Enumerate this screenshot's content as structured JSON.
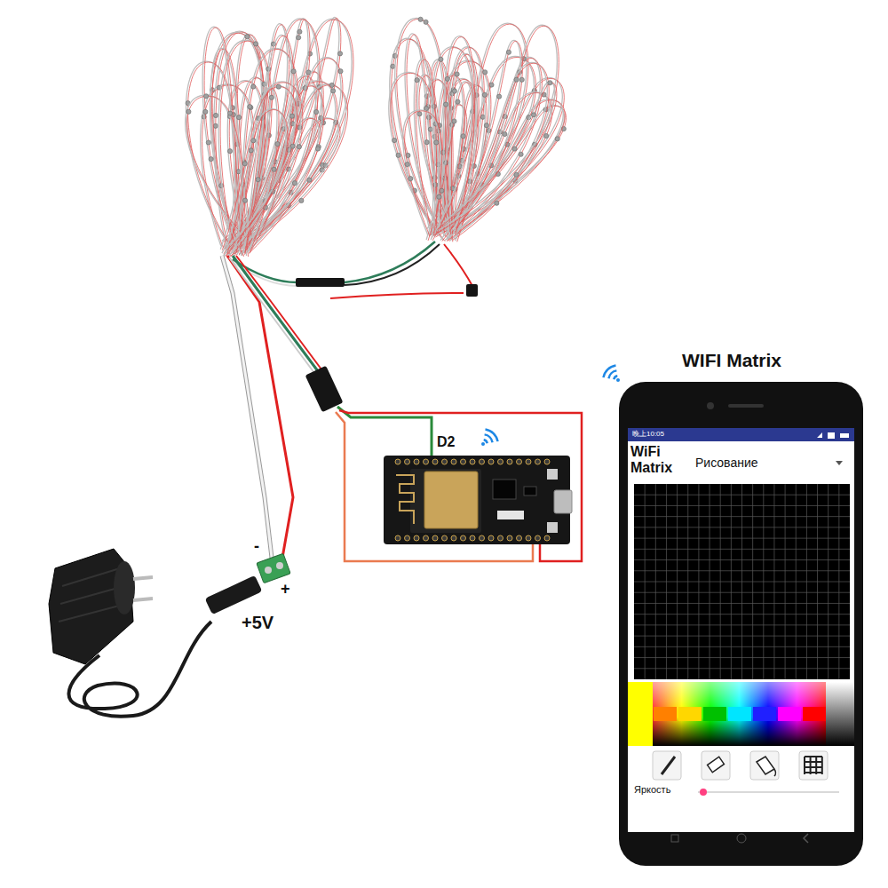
{
  "diagram": {
    "labels": [
      "-",
      "+",
      "+5V",
      "D2",
      "WIFI Matrix",
      "晚上10:05",
      "WiFi Matrix",
      "Рисование",
      "Яркость"
    ]
  }
}
